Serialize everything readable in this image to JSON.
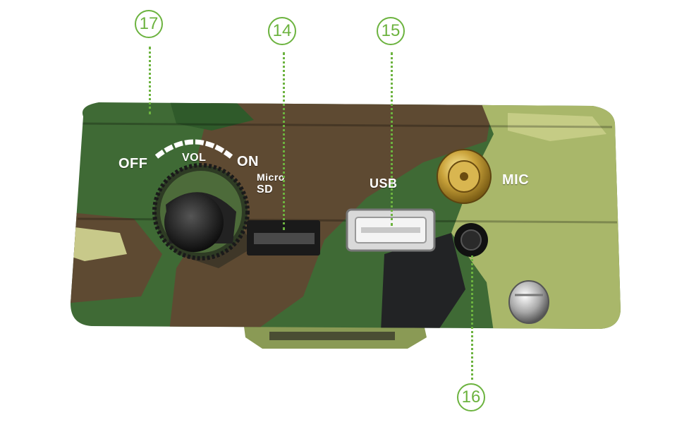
{
  "callouts": {
    "volume_switch": "17",
    "micro_sd_slot": "14",
    "usb_port": "15",
    "mic_jack": "16"
  },
  "labels": {
    "off": "OFF",
    "vol": "VOL",
    "on": "ON",
    "micro": "Micro",
    "sd": "SD",
    "usb": "USB",
    "mic": "MIC"
  },
  "colors": {
    "callout_green": "#6cb33f",
    "camo_dark_green": "#3f6a35",
    "camo_brown": "#5e4a32",
    "camo_light": "#a9b76a"
  }
}
